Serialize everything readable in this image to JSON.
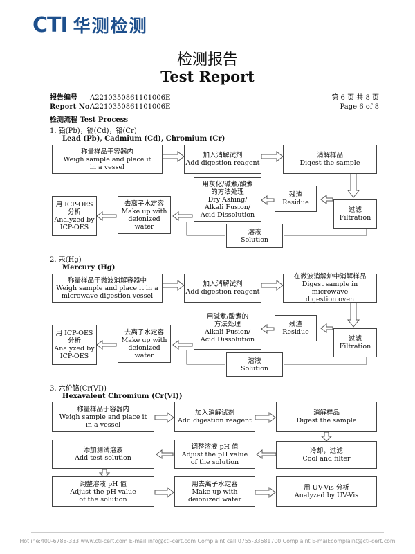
{
  "logo": {
    "brand": "CTI",
    "cn": "华测检测"
  },
  "title": {
    "cn": "检测报告",
    "en": "Test Report"
  },
  "header": {
    "report_label_cn": "报告编号",
    "report_label_en": "Report No.",
    "report_no_1": "A2210350861101006E",
    "report_no_2": "A2210350861101006E",
    "page_cn": "第 6 页   共 8 页",
    "page_en": "Page 6 of 8",
    "process_label": "检测流程 Test Process"
  },
  "sections": [
    {
      "heading": "1.   铅(Pb)，镉(Cd)，铬(Cr)",
      "subheading": "Lead (Pb), Cadmium (Cd), Chromium (Cr)"
    },
    {
      "heading": "2.   汞(Hg)",
      "subheading": "Mercury (Hg)"
    },
    {
      "heading": "3.   六价铬(Cr(VI))",
      "subheading": "Hexavalent Chromium (Cr(VI))"
    }
  ],
  "flow1": {
    "weigh": [
      "称量样品于容器内",
      "Weigh sample and place it",
      "in a vessel"
    ],
    "reagent": [
      "加入消解试剂",
      "Add digestion reagent"
    ],
    "digest": [
      "消解样品",
      "Digest the sample"
    ],
    "ashing": [
      "用灰化/碱煮/酸煮",
      "的方法处理",
      "Dry Ashing/",
      "Alkali Fusion/",
      "Acid Dissolution"
    ],
    "residue": [
      "残渣",
      "Residue"
    ],
    "filtration": [
      "过滤",
      "Filtration"
    ],
    "solution": [
      "溶液",
      "Solution"
    ],
    "makeup": [
      "去离子水定容",
      "Make up with",
      "deionized water"
    ],
    "icp": [
      "用 ICP-OES",
      "分析",
      "Analyzed by",
      "ICP-OES"
    ]
  },
  "flow2": {
    "weigh": [
      "称量样品于微波消解容器中",
      "Weigh sample and place it in a",
      "microwave digestion vessel"
    ],
    "reagent": [
      "加入消解试剂",
      "Add digestion reagent"
    ],
    "digest": [
      "在微波消解炉中消解样品",
      "Digest sample in microwave",
      "digestion oven"
    ],
    "ashing": [
      "用碱煮/酸煮的",
      "方法处理",
      "Alkali Fusion/",
      "Acid Dissolution"
    ],
    "residue": [
      "残渣",
      "Residue"
    ],
    "filtration": [
      "过滤",
      "Filtration"
    ],
    "solution": [
      "溶液",
      "Solution"
    ],
    "makeup": [
      "去离子水定容",
      "Make up with",
      "deionized water"
    ],
    "icp": [
      "用 ICP-OES",
      "分析",
      "Analyzed by",
      "ICP-OES"
    ]
  },
  "flow3": {
    "weigh": [
      "称量样品于容器内",
      "Weigh sample and place it",
      "in a vessel"
    ],
    "reagent": [
      "加入消解试剂",
      "Add digestion reagent"
    ],
    "digest": [
      "消解样品",
      "Digest the sample"
    ],
    "test_solution": [
      "添加测试溶液",
      "Add test solution"
    ],
    "adjust_ph_1": [
      "调整溶液 pH 值",
      "Adjust the pH value",
      "of the solution"
    ],
    "cool": [
      "冷却，过滤",
      "Cool and filter"
    ],
    "adjust_ph_2": [
      "调整溶液 pH 值",
      "Adjust the pH value",
      "of the solution"
    ],
    "makeup": [
      "用去离子水定容",
      "Make up with",
      "deionized water"
    ],
    "uvvis": [
      "用 UV-Vis 分析",
      "Analyzed by UV-Vis"
    ]
  },
  "footer": "Hotline:400-6788-333     www.cti-cert.com     E-mail:info@cti-cert.com     Complaint call:0755-33681700     Complaint E-mail:complaint@cti-cert.com"
}
